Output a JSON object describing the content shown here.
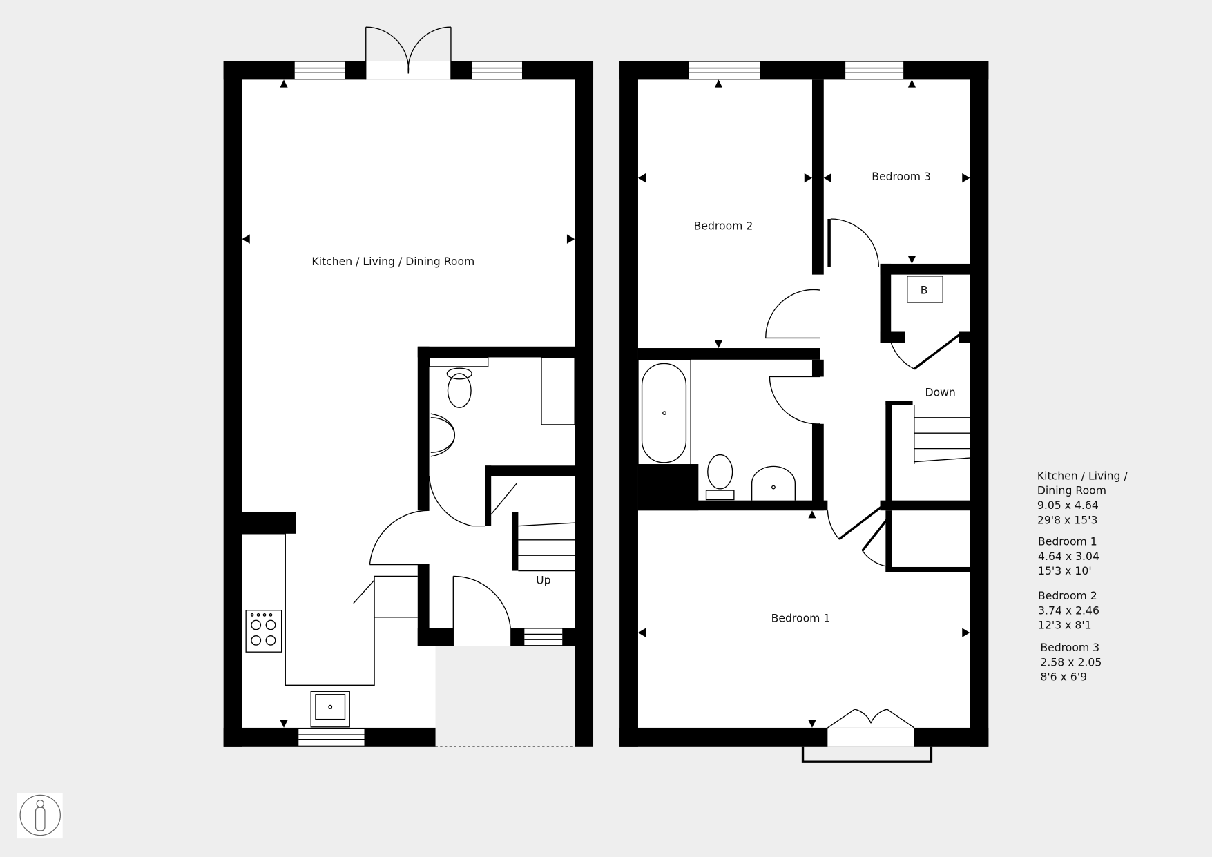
{
  "ground_floor": {
    "room_label": "Kitchen / Living / Dining Room",
    "stairs_label": "Up"
  },
  "first_floor": {
    "bedroom1_label": "Bedroom 1",
    "bedroom2_label": "Bedroom 2",
    "bedroom3_label": "Bedroom 3",
    "boiler_label": "B",
    "stairs_label": "Down"
  },
  "key": [
    {
      "name_line1": "Kitchen / Living /",
      "name_line2": "Dining Room",
      "metric": "9.05 x 4.64",
      "imperial": "29'8 x 15'3"
    },
    {
      "name_line1": "Bedroom 1",
      "metric": "4.64 x 3.04",
      "imperial": "15'3 x 10'"
    },
    {
      "name_line1": "Bedroom 2",
      "metric": "3.74 x 2.46",
      "imperial": "12'3 x 8'1"
    },
    {
      "name_line1": "Bedroom 3",
      "metric": "2.58 x 2.05",
      "imperial": "8'6 x 6'9"
    }
  ],
  "icons": {
    "badge": "person-info-icon"
  }
}
